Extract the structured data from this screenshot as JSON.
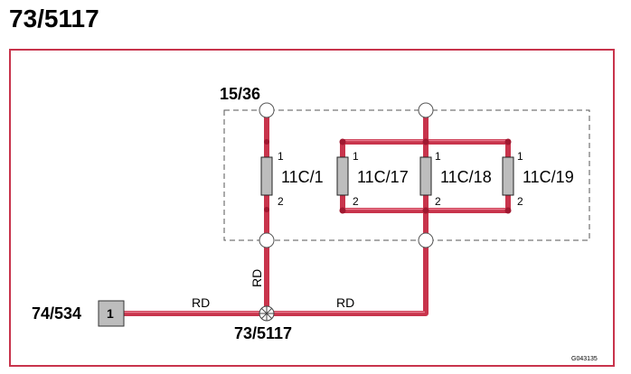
{
  "header": {
    "title": "73/5117"
  },
  "diagram": {
    "ground_label": "15/36",
    "connector_label": "74/534",
    "connector_pin": "1",
    "splice_label": "73/5117",
    "wire_colors": {
      "vertical": "RD",
      "left": "RD",
      "right": "RD"
    },
    "fuses": [
      {
        "id": "11C/1",
        "pin_top": "1",
        "pin_bottom": "2"
      },
      {
        "id": "11C/17",
        "pin_top": "1",
        "pin_bottom": "2"
      },
      {
        "id": "11C/18",
        "pin_top": "1",
        "pin_bottom": "2"
      },
      {
        "id": "11C/19",
        "pin_top": "1",
        "pin_bottom": "2"
      }
    ],
    "figure_id": "G043135"
  },
  "colors": {
    "wire": "#c8344c",
    "frame": "#c8344c",
    "connector_fill": "#bdbdbd"
  }
}
